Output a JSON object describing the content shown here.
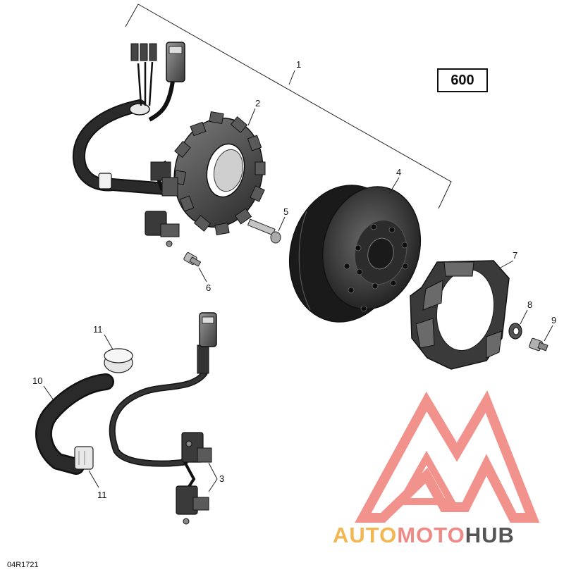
{
  "diagram": {
    "model_number": "600",
    "document_code": "04R1721",
    "callouts": [
      "1",
      "2",
      "3",
      "4",
      "5",
      "6",
      "7",
      "8",
      "9",
      "10",
      "11",
      "11"
    ]
  },
  "watermark": {
    "part1": "AUTO",
    "part2": "MOTO",
    "part3": "HUB",
    "colors": {
      "auto": "#f2b652",
      "moto": "#ef8a86",
      "hub": "#555555",
      "logo": "#f07f7a"
    }
  },
  "icons": {
    "stator": "stator-icon",
    "rotor": "rotor-flywheel-icon",
    "trigger_wheel": "trigger-wheel-icon"
  }
}
